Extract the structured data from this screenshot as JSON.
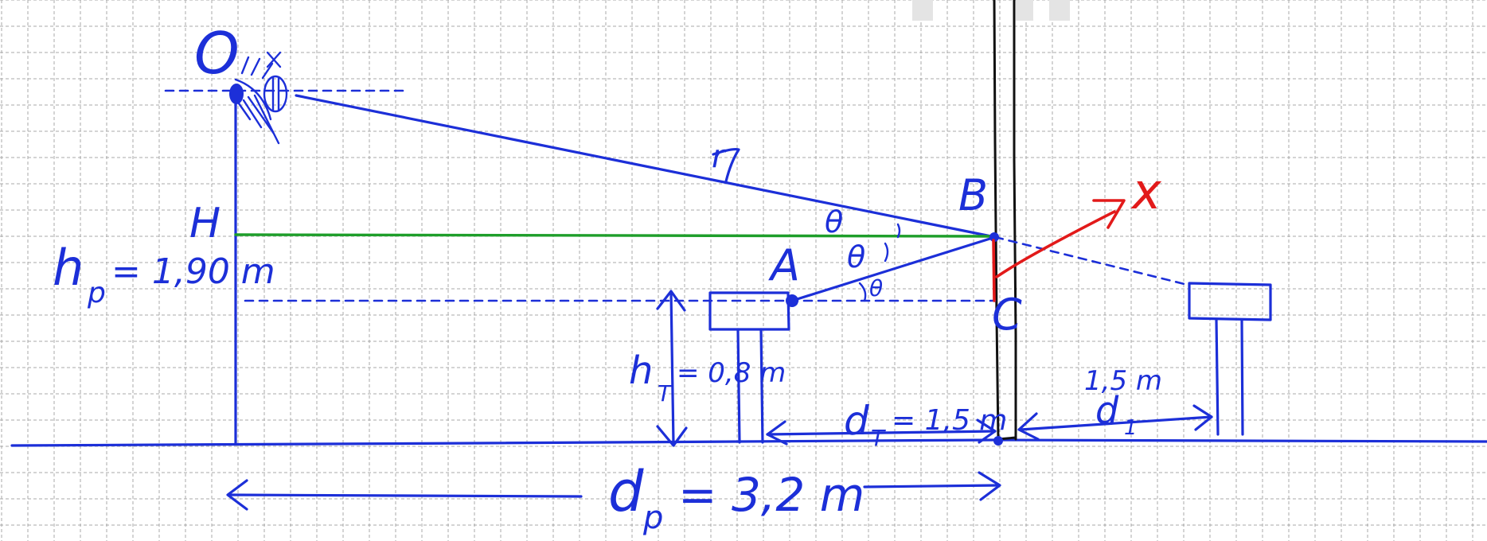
{
  "labels": {
    "observer": "O",
    "point_h": "H",
    "point_a": "A",
    "point_b": "B",
    "point_c": "C",
    "hyp": "r",
    "angle1": "θ",
    "angle2": "θ",
    "angle3": "θ",
    "red_x": "x",
    "hp_label": "h",
    "hp_sub": "p",
    "hp_value": "= 1,90 m",
    "ht_label": "h",
    "ht_sub": "T",
    "ht_value": "= 0,8 m",
    "dt_label": "d",
    "dt_sub": "T",
    "dt_value": "= 1,5 m",
    "d1_dist": "1,5 m",
    "d1_label": "d",
    "d1_sub": "1",
    "dp_label": "d",
    "dp_sub": "p",
    "dp_value": "= 3,2 m"
  },
  "colors": {
    "ink_blue": "#1c2fd8",
    "ink_red": "#e21a1a",
    "ink_green": "#1e9e2a",
    "pillar": "#111111",
    "grid": "#a9a9a9"
  }
}
